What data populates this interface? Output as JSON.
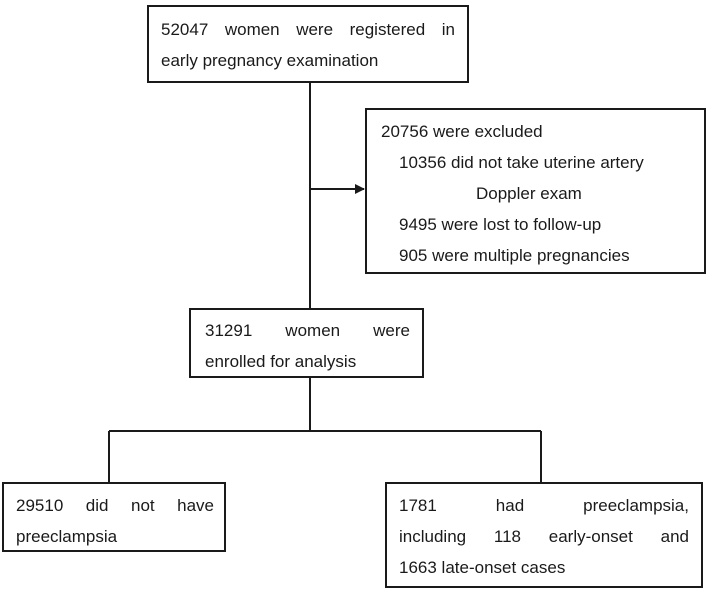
{
  "flowchart": {
    "registered": {
      "lines": [
        "52047 women were registered in",
        "early pregnancy examination"
      ]
    },
    "excluded": {
      "title": "20756 were excluded",
      "items": [
        "10356 did not take uterine artery",
        "Doppler exam",
        "9495 were lost to follow-up",
        "905 were multiple pregnancies"
      ]
    },
    "enrolled": {
      "lines": [
        "31291 women were",
        "enrolled for analysis"
      ]
    },
    "no_preeclampsia": {
      "lines": [
        "29510 did not have",
        "preeclampsia"
      ]
    },
    "preeclampsia": {
      "lines": [
        "1781 had preeclampsia,",
        "including 118 early-onset and",
        "1663 late-onset cases"
      ]
    }
  }
}
